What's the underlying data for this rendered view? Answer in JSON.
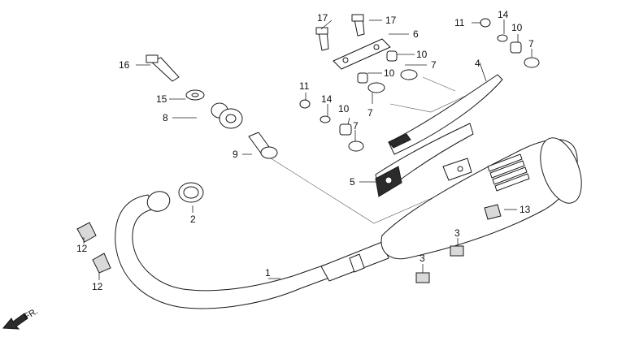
{
  "callouts": {
    "c1": "1",
    "c2": "2",
    "c3a": "3",
    "c3b": "3",
    "c4": "4",
    "c5": "5",
    "c6": "6",
    "c7a": "7",
    "c7b": "7",
    "c7c": "7",
    "c7d": "7",
    "c8": "8",
    "c9": "9",
    "c10a": "10",
    "c10b": "10",
    "c10c": "10",
    "c10d": "10",
    "c11a": "11",
    "c11b": "11",
    "c12a": "12",
    "c12b": "12",
    "c13": "13",
    "c14a": "14",
    "c14b": "14",
    "c15": "15",
    "c16": "16",
    "c17a": "17",
    "c17b": "17"
  },
  "direction": {
    "label": "FR."
  },
  "colors": {
    "line": "#1a1a1a",
    "background": "#ffffff",
    "dark_fill": "#2b2b2b"
  },
  "icons": {
    "front_arrow": "arrow-down-left-icon"
  }
}
